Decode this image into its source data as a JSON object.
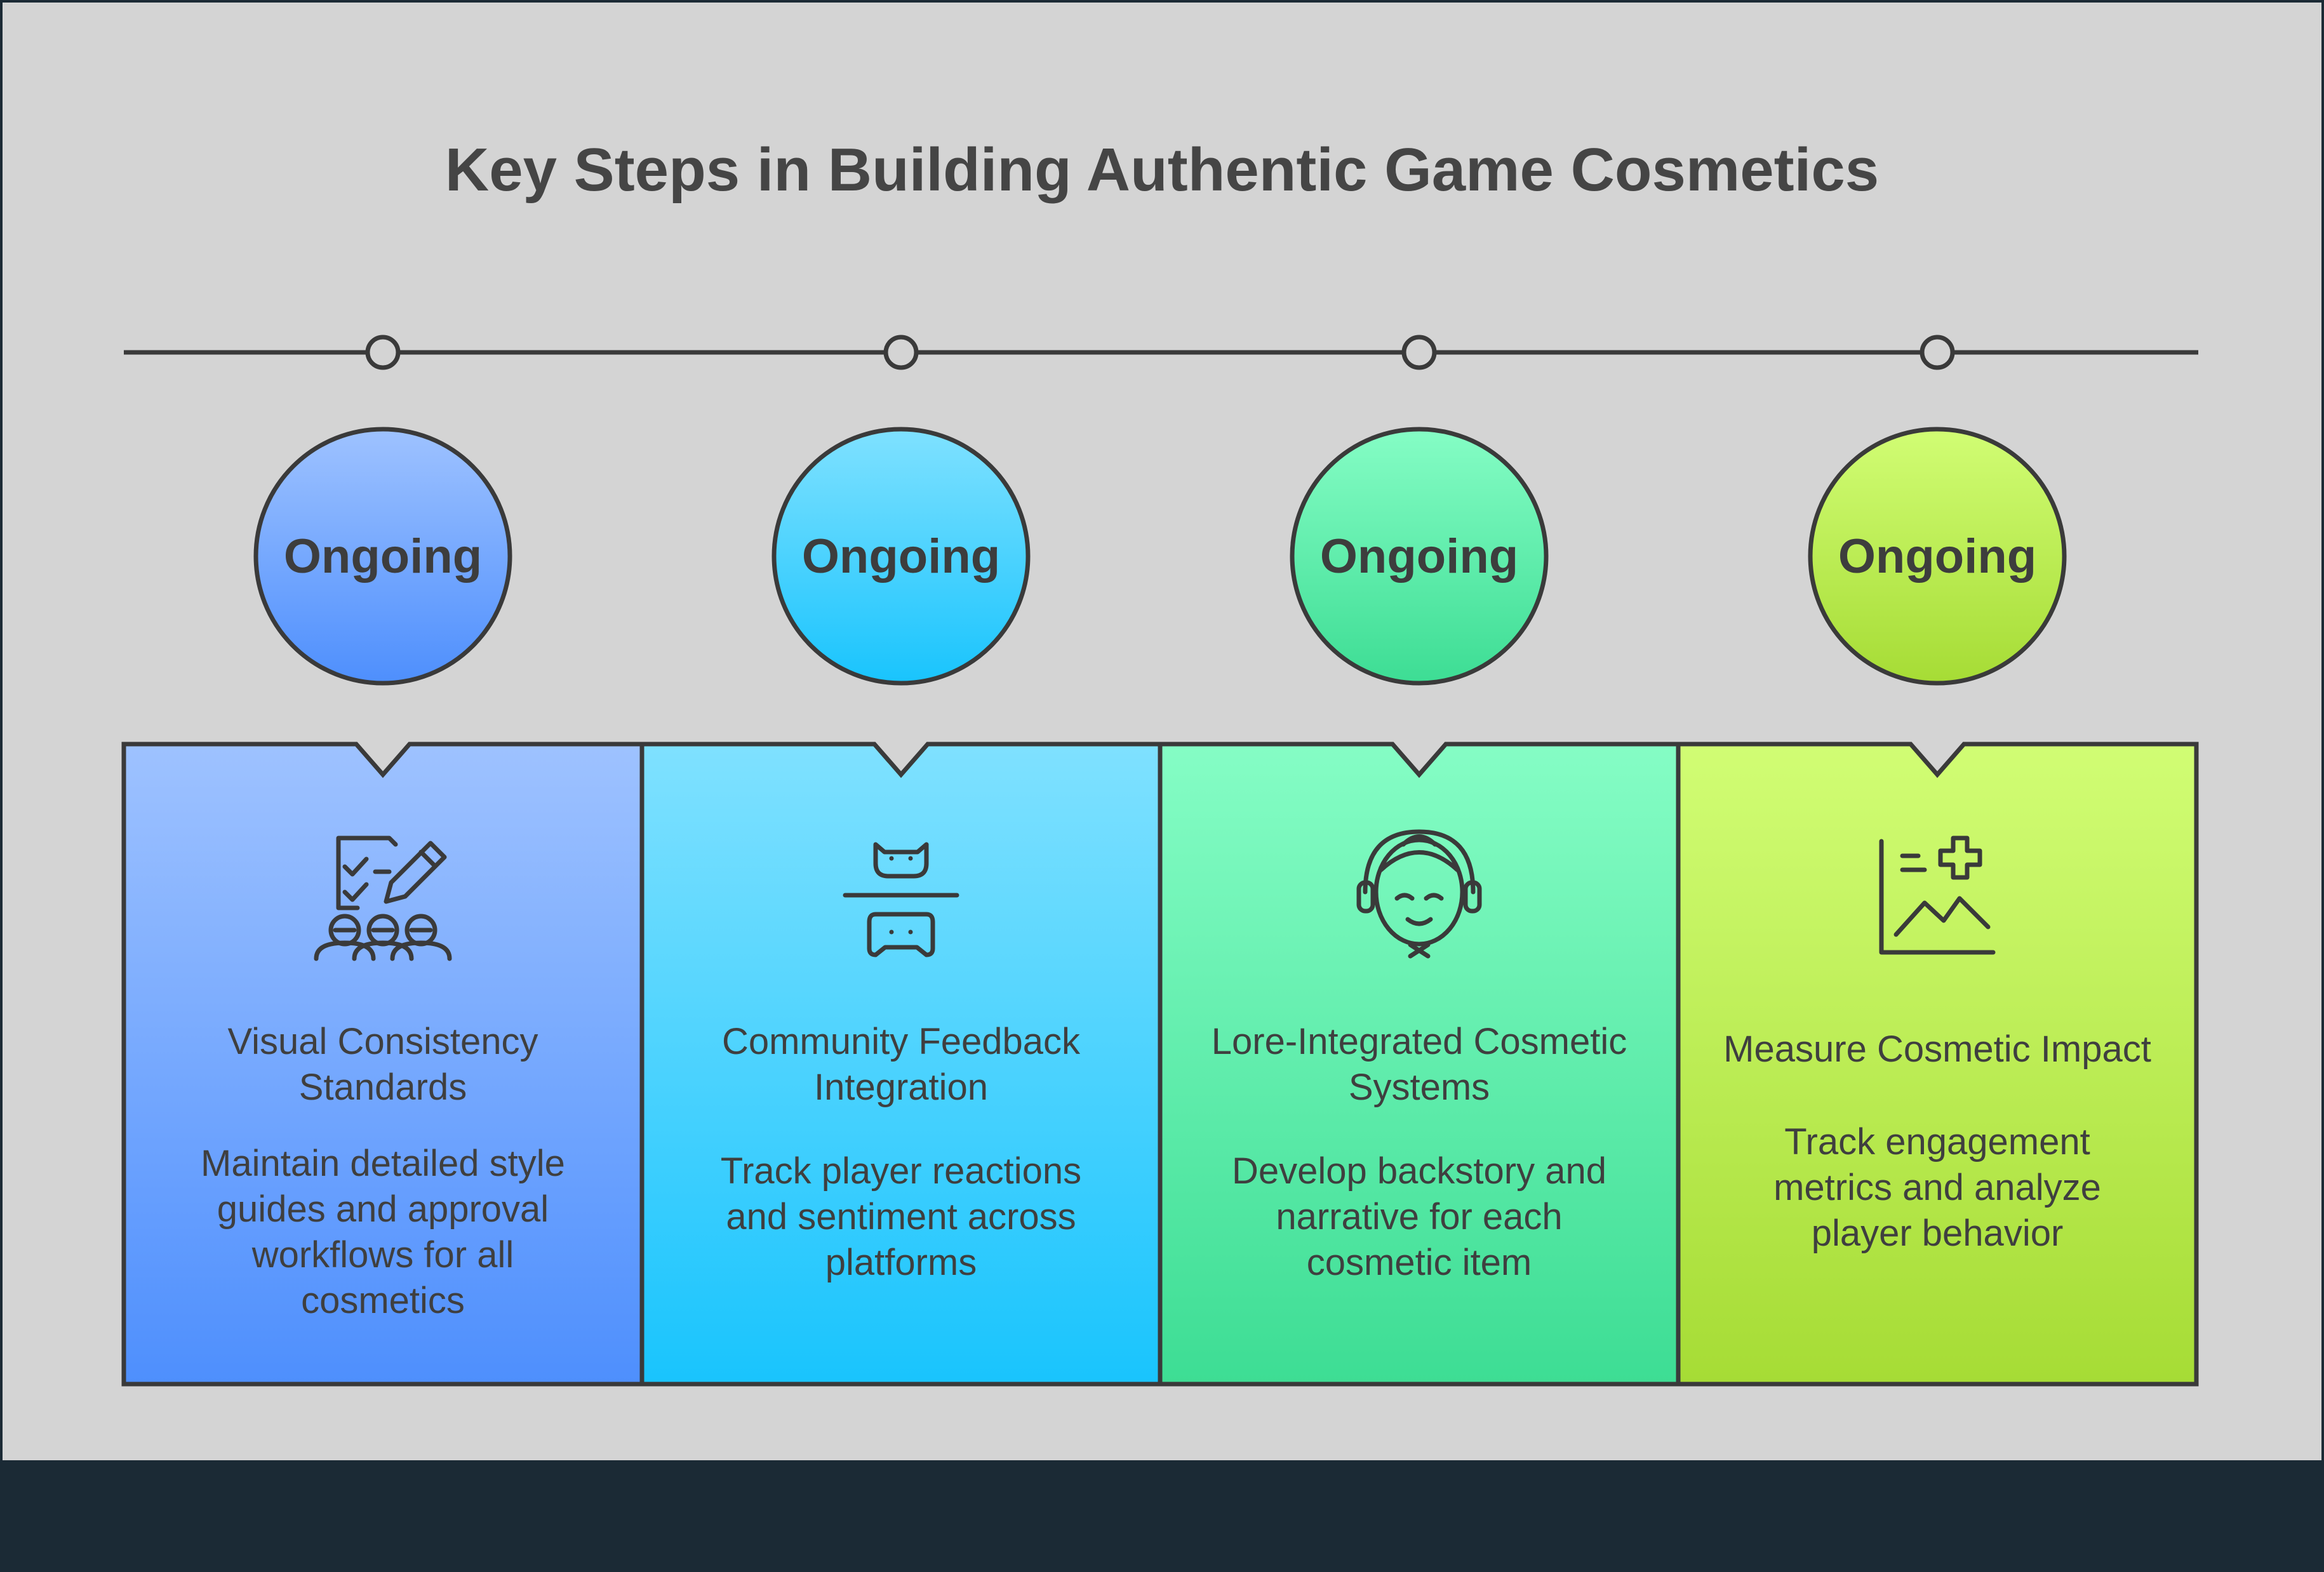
{
  "title": "Key Steps in Building Authentic Game Cosmetics",
  "steps": [
    {
      "badge": "Ongoing",
      "heading": [
        "Visual Consistency",
        "Standards"
      ],
      "description": [
        "Maintain detailed style",
        "guides and approval",
        "workflows for all",
        "cosmetics"
      ],
      "icon": "checklist-team-icon",
      "color_top": "#9ec2ff",
      "color_bottom": "#4e8ffd"
    },
    {
      "badge": "Ongoing",
      "heading": [
        "Community Feedback",
        "Integration"
      ],
      "description": [
        "Track player reactions",
        "and sentiment across",
        "platforms"
      ],
      "icon": "game-controller-icon",
      "color_top": "#7fe1ff",
      "color_bottom": "#19c4fd"
    },
    {
      "badge": "Ongoing",
      "heading": [
        "Lore-Integrated Cosmetic",
        "Systems"
      ],
      "description": [
        "Develop backstory and",
        "narrative for each",
        "cosmetic item"
      ],
      "icon": "character-face-icon",
      "color_top": "#85fdc5",
      "color_bottom": "#3ddd94"
    },
    {
      "badge": "Ongoing",
      "heading": [
        "Measure Cosmetic Impact"
      ],
      "description": [
        "Track engagement",
        "metrics and analyze",
        "player behavior"
      ],
      "icon": "growth-chart-icon",
      "color_top": "#d1fd74",
      "color_bottom": "#a6dc35"
    }
  ]
}
